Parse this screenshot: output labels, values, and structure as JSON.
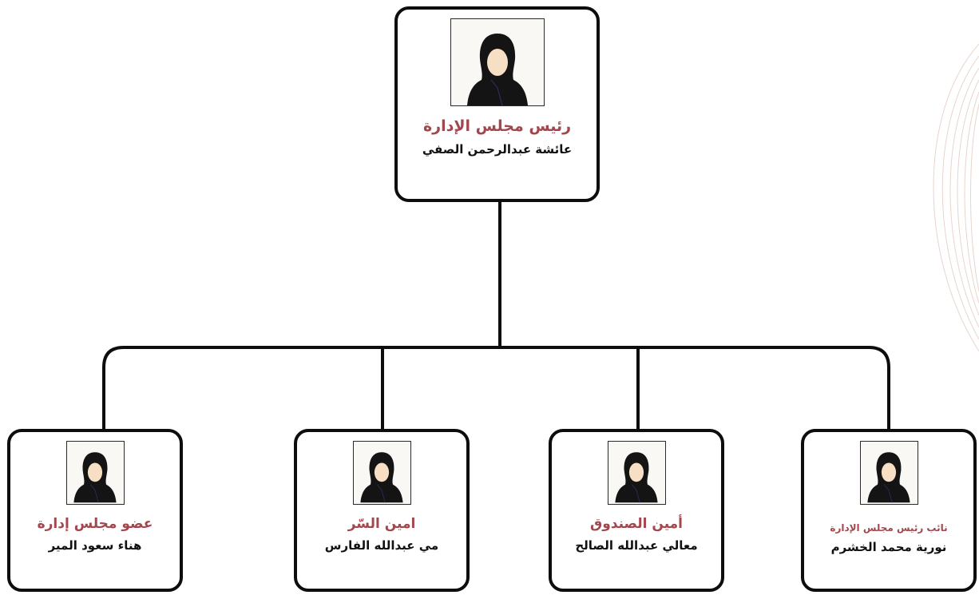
{
  "chairman": {
    "role": "رئيس مجلس الإدارة",
    "name": "عائشة عبدالرحمن الصفي"
  },
  "members": [
    {
      "role": "عضو مجلس إدارة",
      "name": "هناء سعود المير"
    },
    {
      "role": "امين السّر",
      "name": "مي عبدالله الفارس"
    },
    {
      "role": "أمين الصندوق",
      "name": "معالي عبدالله الصالح"
    },
    {
      "role": "نائب رئيس مجلس الإدارة",
      "name": "نورية محمد الخشرم"
    }
  ],
  "colors": {
    "role_text": "#a2474d",
    "border": "#0d0d0d",
    "decor_lines": "#e8d4cc"
  },
  "icons": {
    "portrait": "person-placeholder-icon"
  }
}
